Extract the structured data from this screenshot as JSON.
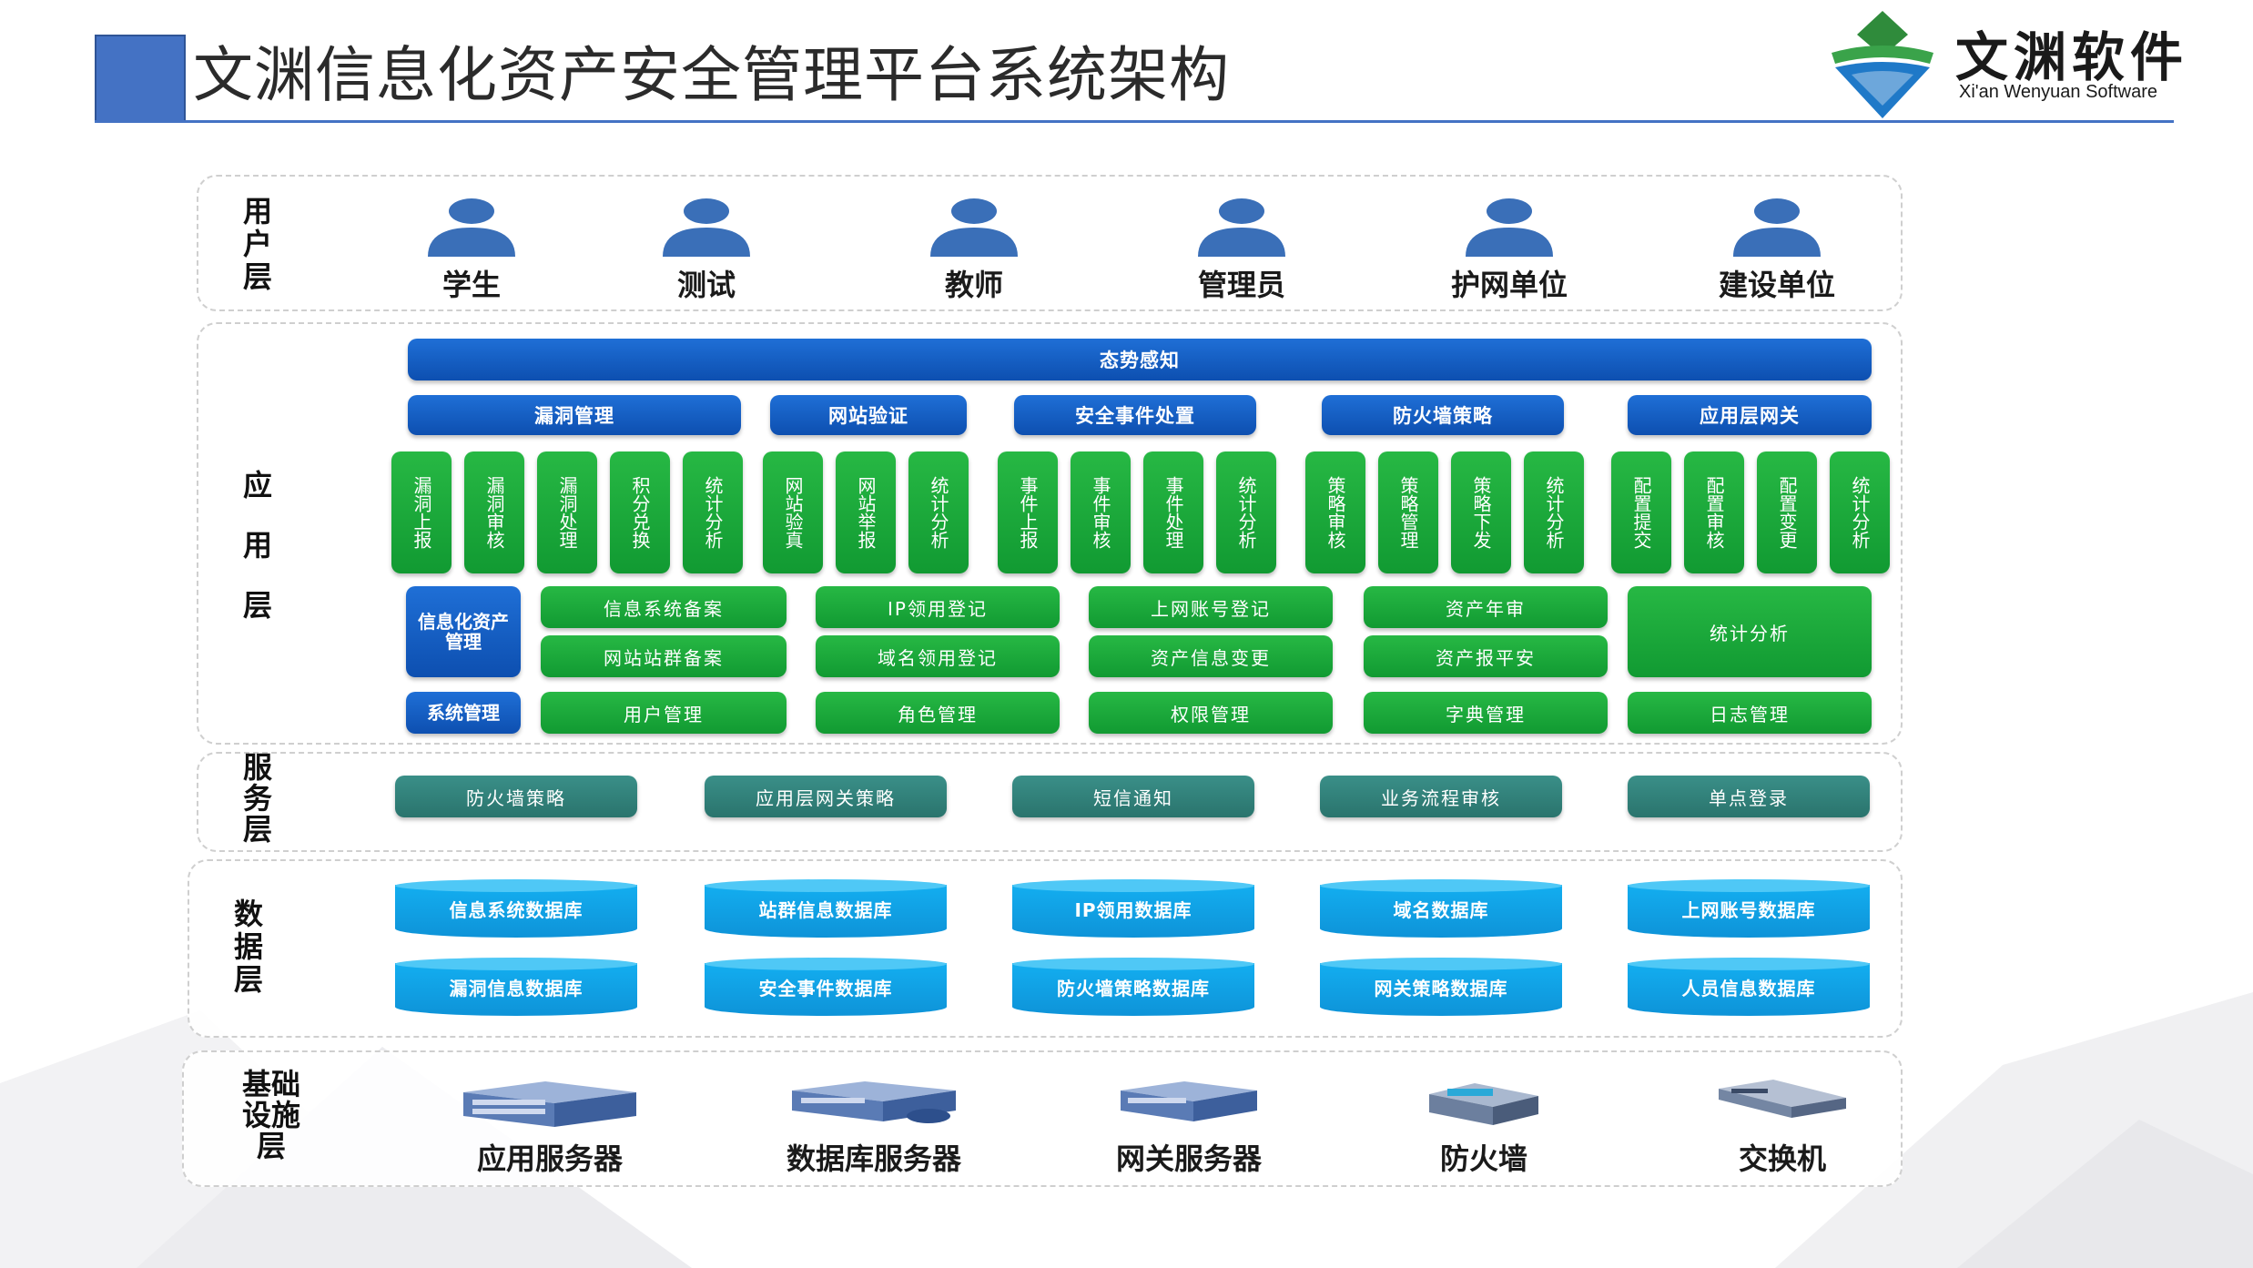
{
  "header": {
    "title": "文渊信息化资产安全管理平台系统架构",
    "logo_cn": "文渊软件",
    "logo_en": "Xi'an Wenyuan Software",
    "accent": "#4472c4"
  },
  "layers": {
    "user": {
      "label": "用户层",
      "items": [
        "学生",
        "测试",
        "教师",
        "管理员",
        "护网单位",
        "建设单位"
      ]
    },
    "app": {
      "label": "应用层",
      "top_bar": "态势感知",
      "modules": [
        "漏洞管理",
        "网站验证",
        "安全事件处置",
        "防火墙策略",
        "应用层网关"
      ],
      "functions": [
        "漏洞上报",
        "漏洞审核",
        "漏洞处理",
        "积分兑换",
        "统计分析",
        "网站验真",
        "网站举报",
        "统计分析",
        "事件上报",
        "事件审核",
        "事件处理",
        "统计分析",
        "策略审核",
        "策略管理",
        "策略下发",
        "统计分析",
        "配置提交",
        "配置审核",
        "配置变更",
        "统计分析"
      ],
      "asset_mgmt": "信息化资产管理",
      "sys_mgmt": "系统管理",
      "asset_items": [
        "信息系统备案",
        "网站站群备案",
        "IP领用登记",
        "域名领用登记",
        "上网账号登记",
        "资产信息变更",
        "资产年审",
        "资产报平安",
        "统计分析"
      ],
      "sys_items": [
        "用户管理",
        "角色管理",
        "权限管理",
        "字典管理",
        "日志管理"
      ]
    },
    "service": {
      "label": "服务层",
      "items": [
        "防火墙策略",
        "应用层网关策略",
        "短信通知",
        "业务流程审核",
        "单点登录"
      ]
    },
    "data": {
      "label": "数据层",
      "items": [
        "信息系统数据库",
        "站群信息数据库",
        "IP领用数据库",
        "域名数据库",
        "上网账号数据库",
        "漏洞信息数据库",
        "安全事件数据库",
        "防火墙策略数据库",
        "网关策略数据库",
        "人员信息数据库"
      ]
    },
    "infra": {
      "label": "基础设施层",
      "items": [
        "应用服务器",
        "数据库服务器",
        "网关服务器",
        "防火墙",
        "交换机"
      ]
    }
  },
  "colors": {
    "blue": "#1565c8",
    "green": "#1aa83a",
    "teal": "#30807a",
    "cyan": "#11a4e6"
  }
}
